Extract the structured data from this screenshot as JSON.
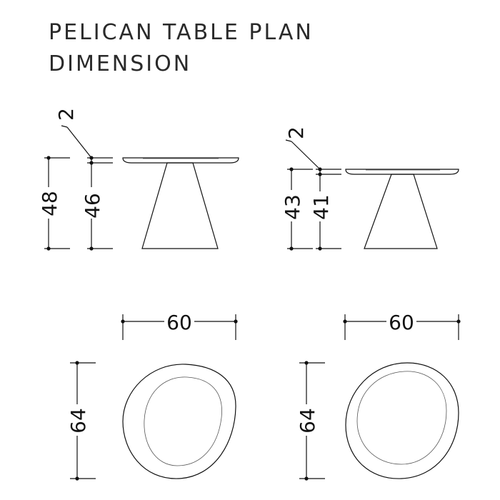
{
  "header": {
    "title_line1": "PELICAN TABLE PLAN",
    "title_line2": "DIMENSION"
  },
  "elevations": [
    {
      "top_thickness": "2",
      "total_height": "48",
      "base_height": "46"
    },
    {
      "top_thickness": "2",
      "total_height": "43",
      "base_height": "41"
    }
  ],
  "plans": [
    {
      "width": "60",
      "depth": "64"
    },
    {
      "width": "60",
      "depth": "64"
    }
  ]
}
